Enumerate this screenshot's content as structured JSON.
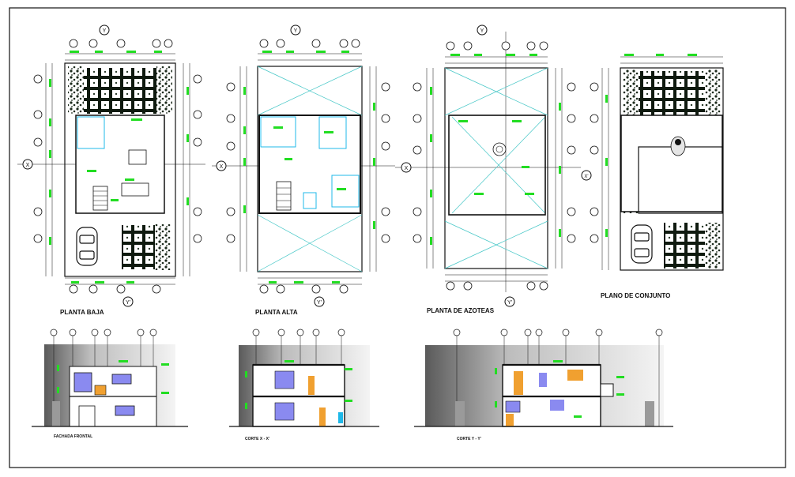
{
  "labels": {
    "planta_baja": "PLANTA BAJA",
    "planta_alta": "PLANTA ALTA",
    "planta_azoteas": "PLANTA DE AZOTEAS",
    "plano_conjunto": "PLANO DE CONJUNTO",
    "fachada_frontal": "FACHADA FRONTAL",
    "corte_x": "CORTE X - X'",
    "corte_y": "CORTE Y - Y'"
  },
  "markers": {
    "x": "X",
    "x_prime": "X'",
    "y": "Y",
    "y_prime": "Y'"
  },
  "colors": {
    "line": "#111111",
    "dim_green": "#22dd22",
    "room_blue": "#1fb8e8",
    "diag_cyan": "#46c7c7",
    "fill_blue": "#8a8af0",
    "fill_orange": "#f0a030",
    "hatch_dark": "#1c2a1c"
  }
}
